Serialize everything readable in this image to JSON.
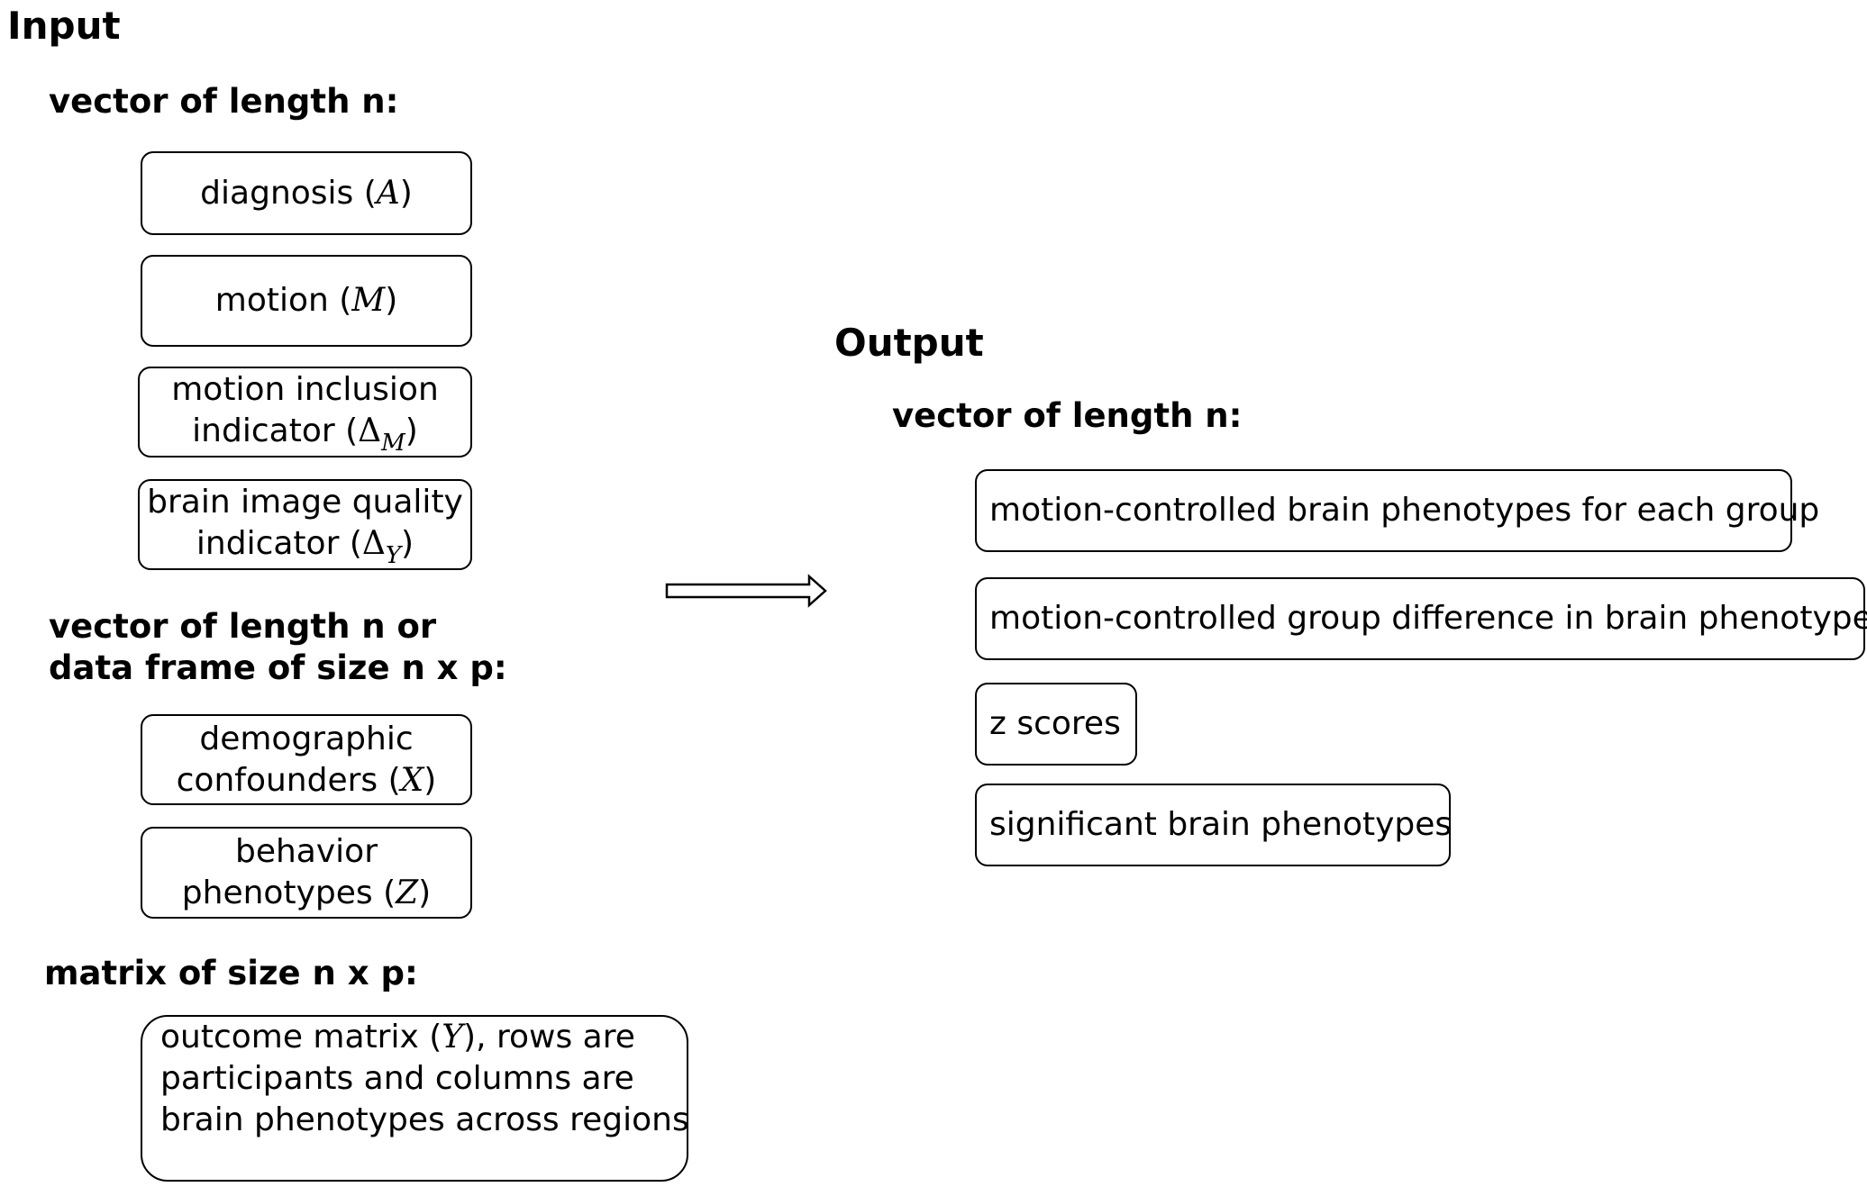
{
  "input": {
    "title": "Input",
    "vector_label": "vector of length n:",
    "boxes": {
      "diagnosis": {
        "text": "diagnosis (",
        "sym": "A",
        "close": ")"
      },
      "motion": {
        "text": "motion (",
        "sym": "M",
        "close": ")"
      },
      "inclusion": {
        "line1": "motion inclusion",
        "text": "indicator (",
        "delta": "Δ",
        "subscript": "M",
        "close": ")"
      },
      "quality": {
        "line1": "brain image quality",
        "text": "indicator (",
        "delta": "Δ",
        "subscript": "Y",
        "close": ")"
      }
    },
    "vector_or_frame_label": {
      "line1": "vector of length n or",
      "line2": "data frame of size n x p:"
    },
    "boxes2": {
      "demographic": {
        "line1": "demographic",
        "text": "confounders (",
        "sym": "X",
        "close": ")"
      },
      "behavior": {
        "line1": "behavior",
        "text": "phenotypes (",
        "sym": "Z",
        "close": ")"
      }
    },
    "matrix_label": "matrix of size n x p:",
    "outcome": {
      "line1_text": "outcome matrix (",
      "line1_sym": "Y",
      "line1_rest": "), rows are",
      "line2": "participants and columns are",
      "line3": "brain phenotypes across regions"
    }
  },
  "output": {
    "title": "Output",
    "vector_label": "vector of length n:",
    "items": [
      "motion-controlled brain phenotypes for each group",
      "motion-controlled group difference in brain phenotypes",
      "z scores",
      "significant brain phenotypes"
    ]
  }
}
